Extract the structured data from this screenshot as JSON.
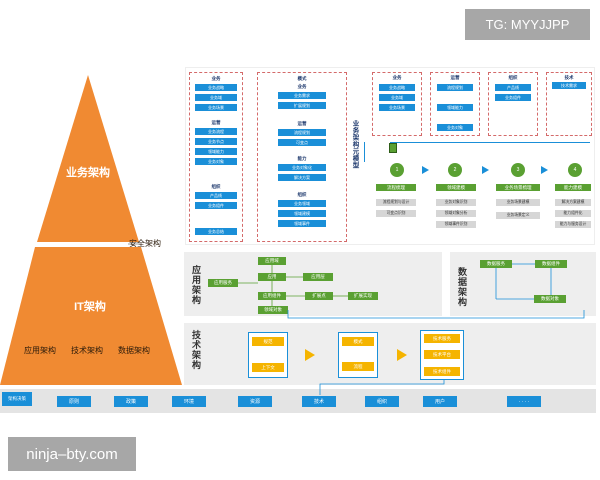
{
  "watermark_top": "TG: MYYJJPP",
  "watermark_bottom": "ninja–bty.com",
  "pyramid": {
    "top_label": "业务架构",
    "security_label": "安全架构",
    "mid_label": "IT架构",
    "bottom_labels": [
      "应用架构",
      "技术架构",
      "数据架构"
    ]
  },
  "business_model": {
    "title": "业务架构元模型",
    "col1": [
      {
        "title": "业务",
        "items": [
          "业务战略",
          "业务域",
          "业务场景"
        ]
      },
      {
        "title": "运营",
        "items": [
          "业务流程",
          "业务节点",
          "领域能力",
          "业务对象"
        ]
      },
      {
        "title": "组织",
        "items": [
          "产品线",
          "业务组件",
          "业务总结"
        ]
      }
    ],
    "col2": [
      {
        "title": "模式",
        "sub": "业务",
        "items": [
          "业务需求",
          "扩展规划"
        ]
      },
      {
        "title": "运营",
        "items": [
          "流程规划",
          "可变点"
        ]
      },
      {
        "title": "能力",
        "items": [
          "业务对象化",
          "解决方案"
        ]
      },
      {
        "title": "组织",
        "items": [
          "业务领域",
          "领域建模",
          "领域事件"
        ]
      }
    ],
    "right_groups": [
      {
        "title": "业务",
        "items": [
          "业务战略",
          "业务域",
          "业务场景"
        ]
      },
      {
        "title": "运营",
        "items": [
          "流程规划",
          "领域能力",
          "业务对象"
        ]
      },
      {
        "title": "组织",
        "items": [
          "产品线",
          "业务组件"
        ]
      },
      {
        "title": "技术",
        "items": [
          "技术需求"
        ]
      }
    ],
    "steps": [
      "1",
      "2",
      "3",
      "4"
    ],
    "step_green": [
      "流程梳理",
      "领域建模",
      "业务场景梳理",
      "能力建模"
    ],
    "step_gray": [
      [
        "流程规划与设计",
        "可变点识别"
      ],
      [
        "业务对象识别",
        "领域对象分析",
        "领域事件识别"
      ],
      [
        "业务场景建模",
        "业务场景定义"
      ],
      [
        "解决方案建模",
        "能力组件化",
        "能力与服务设计"
      ]
    ]
  },
  "app_arch": {
    "label": "应用架构",
    "items": [
      "应用域",
      "应用",
      "应用服务",
      "应用组件",
      "领域对象",
      "应用层",
      "扩展点",
      "扩展实现"
    ]
  },
  "data_arch": {
    "label": "数据架构",
    "items": [
      "数据服务",
      "数据组件",
      "数据对象"
    ]
  },
  "tech_arch": {
    "label": "技术架构",
    "col1": [
      "规范",
      "上下文"
    ],
    "col2": [
      "模式",
      "流程"
    ],
    "col3": [
      "技术服务",
      "技术平台",
      "技术组件"
    ]
  },
  "bottom_bar": {
    "label": "架构决策",
    "items": [
      "原则",
      "政策",
      "环境",
      "资源",
      "技术",
      "组织",
      "用户",
      "· · · ·"
    ]
  }
}
